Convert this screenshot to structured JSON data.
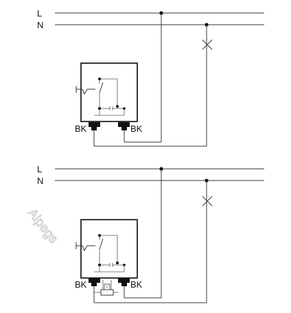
{
  "diagrams": [
    {
      "line_label": "L",
      "neutral_label": "N",
      "terminal_left_label": "BK",
      "terminal_right_label": "BK",
      "has_module": false
    },
    {
      "line_label": "L",
      "neutral_label": "N",
      "terminal_left_label": "BK",
      "terminal_right_label": "BK",
      "has_module": true
    }
  ],
  "watermark": "Alpegs"
}
